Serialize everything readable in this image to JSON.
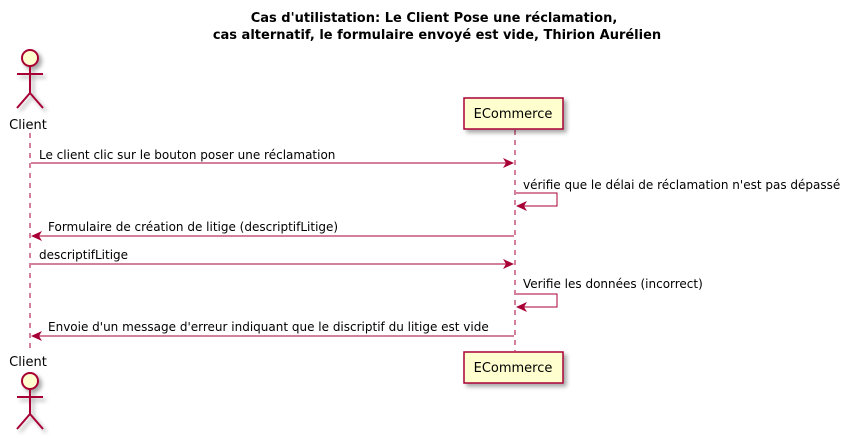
{
  "diagram": {
    "title_line1": "Cas d'utilistation: Le Client Pose une réclamation,",
    "title_line2": "cas alternatif, le formulaire envoyé est vide,   Thirion Aurélien",
    "participants": {
      "client": {
        "label": "Client",
        "kind": "actor"
      },
      "ecommerce": {
        "label": "ECommerce",
        "kind": "participant"
      }
    },
    "messages": [
      {
        "from": "client",
        "to": "ecommerce",
        "text": "Le client clic sur le bouton poser une réclamation"
      },
      {
        "from": "ecommerce",
        "to": "ecommerce",
        "text": "vérifie que le délai de réclamation n'est pas dépassé"
      },
      {
        "from": "ecommerce",
        "to": "client",
        "text": "Formulaire de création de litige (descriptifLitige)"
      },
      {
        "from": "client",
        "to": "ecommerce",
        "text": "descriptifLitige"
      },
      {
        "from": "ecommerce",
        "to": "ecommerce",
        "text": "Verifie les données (incorrect)"
      },
      {
        "from": "ecommerce",
        "to": "client",
        "text": "Envoie d'un message d'erreur indiquant que le discriptif du litige est vide"
      }
    ],
    "colors": {
      "line": "#a80036",
      "actor_fill": "#fefece",
      "box_fill": "#fefece",
      "box_stroke": "#a80036"
    }
  }
}
